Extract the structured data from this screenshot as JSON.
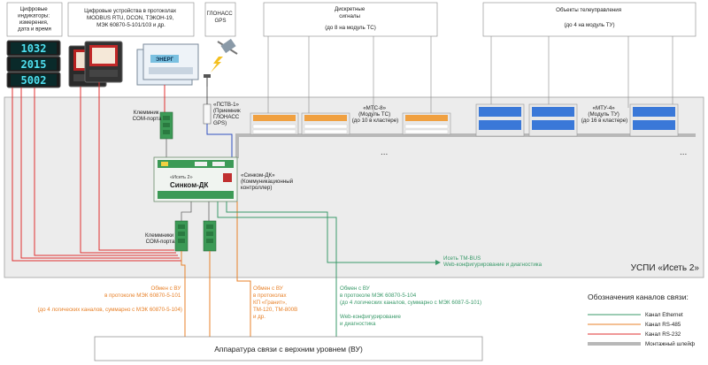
{
  "labels": {
    "indicators": [
      "Цифровые",
      "индикаторы:",
      "измерения,",
      "дата и время"
    ],
    "devices": [
      "Цифровые устройства в протоколах",
      "MODBUS RTU, DCON, ТЭКОН-19,",
      "МЭК 60870-5-101/103 и др."
    ],
    "glonass": [
      "ГЛОНАСС",
      "GPS"
    ],
    "discrete": [
      "Дискретные",
      "сигналы",
      "(до 8 на модуль ТС)"
    ],
    "telecontrol": [
      "Объекты телеуправления",
      "(до 4 на модуль ТУ)"
    ],
    "term_top": [
      "Клеммник",
      "COM-порта"
    ],
    "pstv": [
      "«ПСТВ-1»",
      "(Приемник",
      "ГЛОНАСС",
      "GPS)"
    ],
    "mts": [
      "«МТС-8»",
      "(Модуль ТС)",
      "(до 10 в кластере)"
    ],
    "mtu": [
      "«МТУ-4»",
      "(Модуль ТУ)",
      "(до 16 в кластере)"
    ],
    "sincom": [
      "«Синком-ДК»",
      "(Коммуникационный",
      "контроллер)"
    ],
    "term_bottom": [
      "Клеммники",
      "COM-порта"
    ],
    "tmbus": [
      "Исеть TM-BUS",
      "Web-конфигурирование и диагностика"
    ],
    "uspi": "УСПИ «Исеть 2»",
    "exch1": [
      "Обмен с ВУ",
      "в протоколе МЭК 60870-5-101",
      "(до 4 логических каналов, суммарно с МЭК 60870-5-104)"
    ],
    "exch2": [
      "Обмен с ВУ",
      "в протоколах",
      "КП «Гранит»,",
      "ТМ-120, ТМ-800В",
      "и др."
    ],
    "exch3": [
      "Обмен с ВУ",
      "в протоколе МЭК 60870-5-104",
      "(до 4 логических каналов, суммарно с МЭК 6087-5-101)",
      "",
      "Web-конфигурирование",
      "и диагностика"
    ],
    "vu_box": "Аппаратура связи с верхним уровнем (ВУ)",
    "legend_title": "Обозначения каналов связи:",
    "legend": [
      "Канал Ethernet",
      "Канал RS-485",
      "Канал RS-232",
      "Монтажный шлейф"
    ],
    "dots": "...",
    "display_digits": [
      "1032",
      "2015",
      "5002"
    ],
    "device_brand": "ЭНЕРГ",
    "sincom_brand": "«Исеть 2»",
    "sincom_name": "Синком-ДК"
  },
  "colors": {
    "ethernet": "#3a9a6a",
    "rs485": "#e8822a",
    "rs232": "#e03030",
    "ribbon": "#b8b8b8",
    "module_orange": "#f0a040",
    "module_blue": "#3a78d8",
    "green_box": "#3c9a56",
    "panel_bg": "#ececec"
  }
}
